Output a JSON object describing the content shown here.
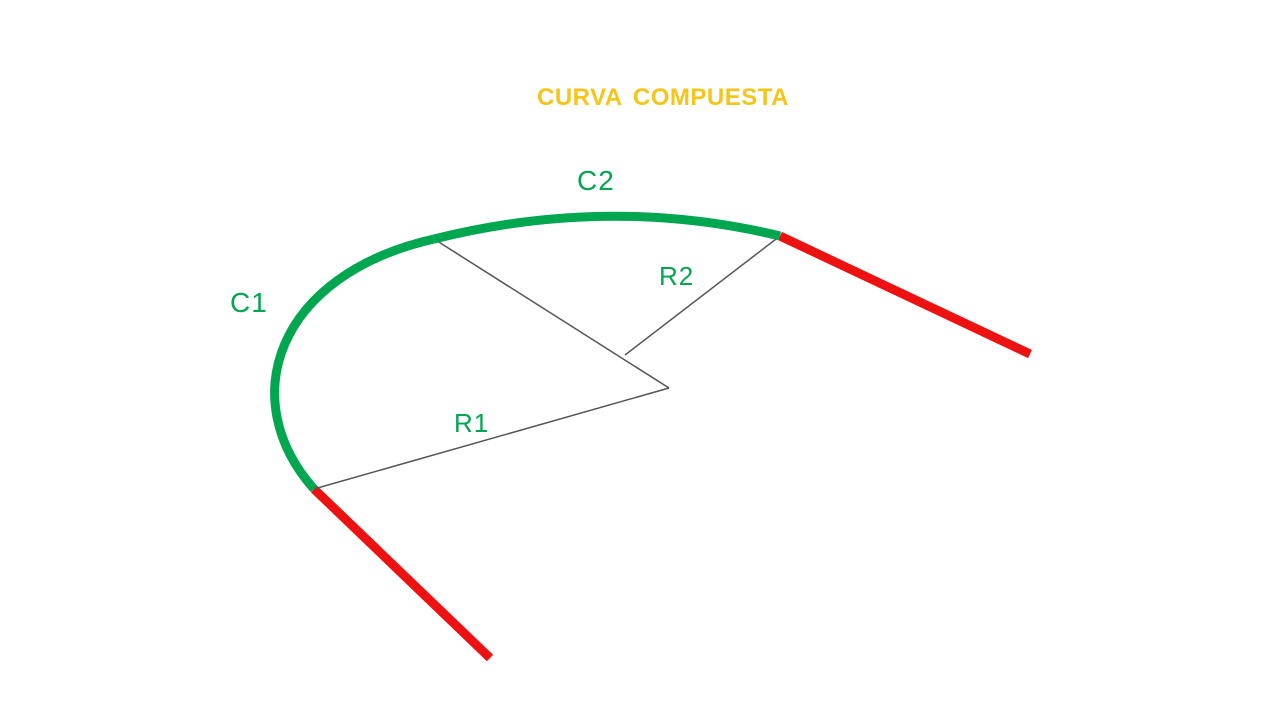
{
  "slide": {
    "title": "CURVA COMPUESTA"
  },
  "diagram": {
    "labels": {
      "c1": "C1",
      "c2": "C2",
      "r1": "R1",
      "r2": "R2"
    },
    "colors": {
      "title": "#F5C518",
      "curve": "#00A650",
      "tangent": "#EE1111",
      "radius": "#555555",
      "label": "#00A650"
    }
  }
}
